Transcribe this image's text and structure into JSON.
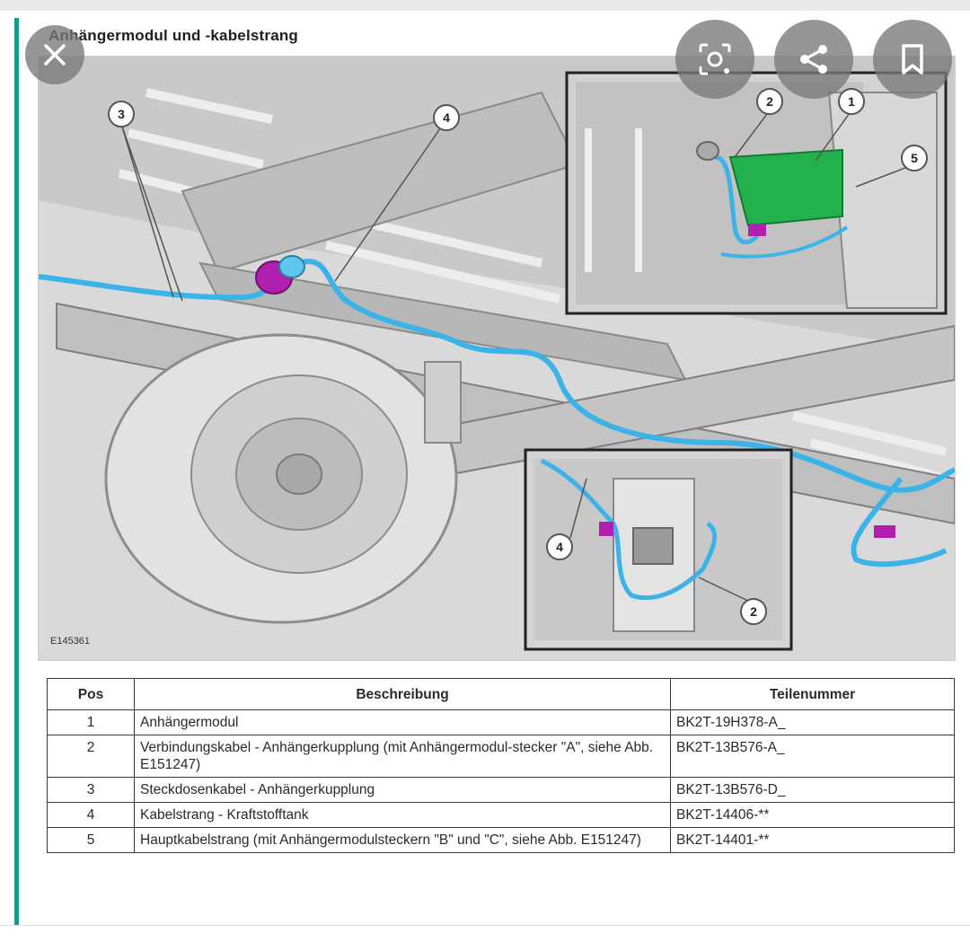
{
  "document": {
    "title": "Anhängermodul und -kabelstrang",
    "figure_id": "E145361"
  },
  "callouts": {
    "main": [
      "3",
      "4"
    ],
    "inset_top": [
      "2",
      "1",
      "5"
    ],
    "inset_bottom": [
      "4",
      "2"
    ]
  },
  "table": {
    "headers": {
      "pos": "Pos",
      "desc": "Beschreibung",
      "part": "Teilenummer"
    },
    "rows": [
      {
        "pos": "1",
        "desc": "Anhängermodul",
        "part": "BK2T-19H378-A_"
      },
      {
        "pos": "2",
        "desc": "Verbindungskabel - Anhängerkupplung (mit Anhängermodul-stecker \"A\", siehe Abb. E151247)",
        "part": "BK2T-13B576-A_"
      },
      {
        "pos": "3",
        "desc": "Steckdosenkabel - Anhängerkupplung",
        "part": "BK2T-13B576-D_"
      },
      {
        "pos": "4",
        "desc": "Kabelstrang - Kraftstofftank",
        "part": "BK2T-14406-**"
      },
      {
        "pos": "5",
        "desc": "Hauptkabelstrang (mit Anhängermodulsteckern \"B\" und \"C\", siehe Abb. E151247)",
        "part": "BK2T-14401-**"
      }
    ]
  },
  "overlay": {
    "icons": [
      "close-icon",
      "lens-icon",
      "share-icon",
      "bookmark-icon"
    ]
  },
  "colors": {
    "accent_bar": "#169a8a",
    "cable": "#3bb3e8",
    "module": "#22b14c",
    "connector": "#b01fb0",
    "overlay_button": "#787878"
  }
}
